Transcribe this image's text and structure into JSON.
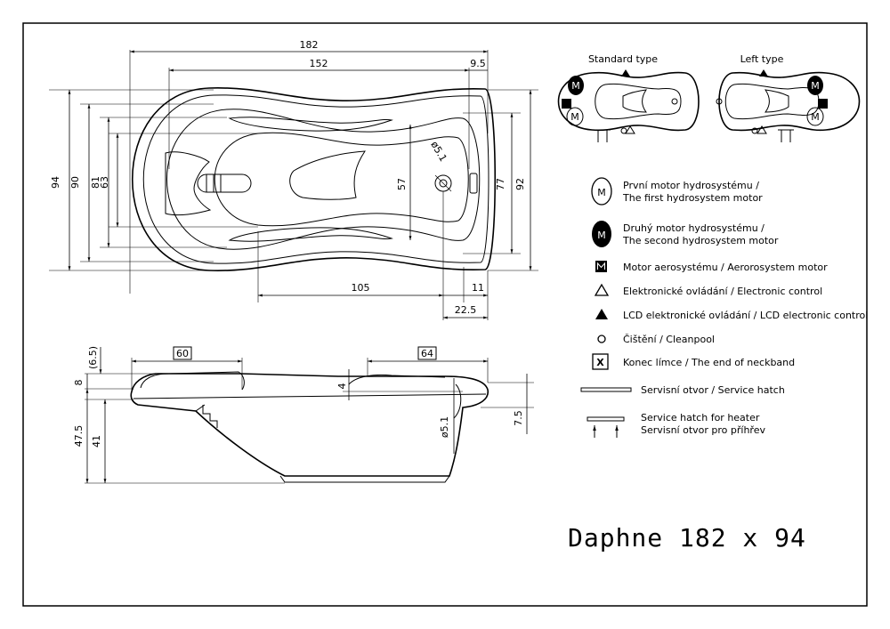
{
  "title": "Daphne 182 x 94",
  "top_view": {
    "dims": {
      "length_total": "182",
      "length_inner": "152",
      "offset_right": "9.5",
      "width_total": "94",
      "width_90": "90",
      "width_81": "81",
      "width_63": "63",
      "width_57": "57",
      "width_77": "77",
      "width_92": "92",
      "drain_diameter": "ø5.1",
      "drain_distance": "105",
      "drain_offset": "11",
      "drain_from_edge": "22.5"
    }
  },
  "side_view": {
    "dims": {
      "head_len": "60",
      "foot_len": "64",
      "rim_6_5": "(6.5)",
      "rim_8": "8",
      "rim_4": "4",
      "height_47_5": "47.5",
      "height_41": "41",
      "drain_diameter": "ø5.1",
      "side_7_5": "7.5"
    }
  },
  "mini": {
    "standard_label": "Standard type",
    "left_label": "Left type",
    "motor_letter": "M"
  },
  "legend": [
    {
      "symbol": "motor-first",
      "text1": "První motor hydrosystému /",
      "text2": "The first hydrosystem motor"
    },
    {
      "symbol": "motor-second",
      "text1": "Druhý motor hydrosystému /",
      "text2": "The second hydrosystem motor"
    },
    {
      "symbol": "aero-motor",
      "text1": "Motor aerosystému / Aerorosystem motor",
      "text2": ""
    },
    {
      "symbol": "triangle-open",
      "text1": "Elektronické ovládání / Electronic control",
      "text2": ""
    },
    {
      "symbol": "triangle-filled",
      "text1": "LCD elektronické ovládání / LCD electronic control",
      "text2": ""
    },
    {
      "symbol": "circle",
      "text1": "Čištění / Cleanpool",
      "text2": ""
    },
    {
      "symbol": "x-box",
      "text1": "Konec límce / The end of neckband",
      "text2": ""
    },
    {
      "symbol": "hatch",
      "text1": "Servisní otvor / Service hatch",
      "text2": ""
    },
    {
      "symbol": "hatch-heater",
      "text1": "Service hatch for heater",
      "text2": "Servisní otvor pro příhřev"
    }
  ],
  "legend_x_letter": "X"
}
